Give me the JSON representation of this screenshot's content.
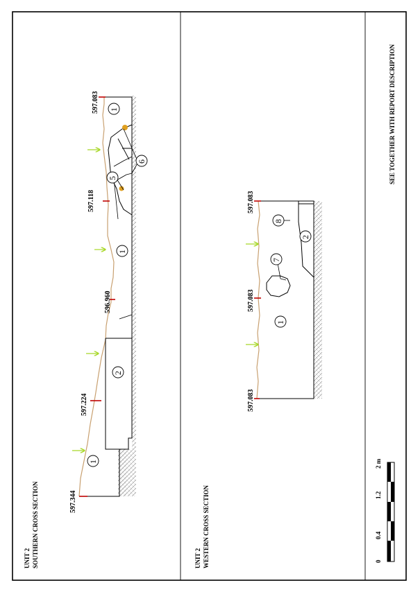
{
  "colors": {
    "frame": "#000000",
    "surface_line": "#c8a070",
    "marker": "#c00000",
    "arrow": "#a8d828",
    "stone": "#e0a020",
    "hatch": "#9a9a9a"
  },
  "southern": {
    "title_unit": "UNIT 2",
    "title_name": "SOUTHERN CROSS SECTION",
    "elevations": [
      "597.344",
      "597.224",
      "596.960",
      "597.118",
      "597.083"
    ],
    "layers": [
      "1",
      "2",
      "1",
      "5",
      "6",
      "1"
    ]
  },
  "western": {
    "title_unit": "UNIT 2",
    "title_name": "WESTERN CROSS SECTION",
    "elevations": [
      "597.083",
      "597.083",
      "597.083"
    ],
    "layers": [
      "1",
      "7",
      "8",
      "2"
    ]
  },
  "scale": {
    "labels": [
      "0",
      "0.4",
      "1.2",
      "2 m"
    ]
  },
  "note": "SEE TOGETHER WITH REPORT DESCRIPTION",
  "icons": {
    "arrow": "surface-arrow-icon",
    "marker": "elevation-marker-icon",
    "stone": "stone-icon"
  }
}
